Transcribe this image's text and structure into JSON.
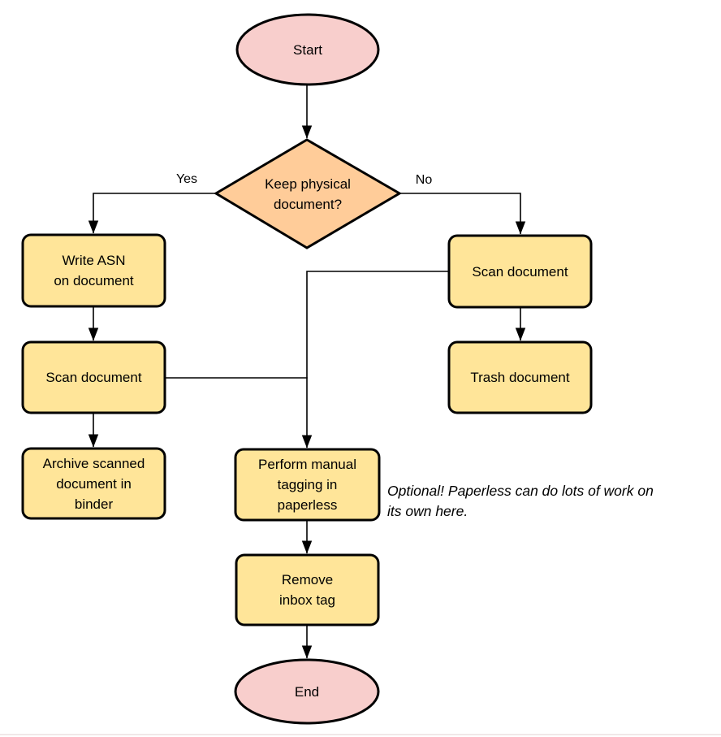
{
  "colors": {
    "background": "#ffffff",
    "stroke": "#000000",
    "terminal_fill": "#f8cecc",
    "decision_fill": "#ffcc99",
    "process_fill": "#ffe599"
  },
  "nodes": {
    "start": {
      "type": "terminal",
      "label": "Start"
    },
    "decision": {
      "type": "decision",
      "label": "Keep physical\ndocument?"
    },
    "write_asn": {
      "type": "process",
      "label": "Write ASN\non document"
    },
    "scan_left": {
      "type": "process",
      "label": "Scan document"
    },
    "archive": {
      "type": "process",
      "label": "Archive scanned\ndocument in\nbinder"
    },
    "scan_right": {
      "type": "process",
      "label": "Scan document"
    },
    "trash": {
      "type": "process",
      "label": "Trash document"
    },
    "tagging": {
      "type": "process",
      "label": "Perform manual\ntagging in\npaperless"
    },
    "remove_inbox": {
      "type": "process",
      "label": "Remove\ninbox tag"
    },
    "end": {
      "type": "terminal",
      "label": "End"
    }
  },
  "edge_labels": {
    "yes": "Yes",
    "no": "No"
  },
  "annotation": {
    "text": "Optional! Paperless can do lots of work on\nits own here."
  }
}
